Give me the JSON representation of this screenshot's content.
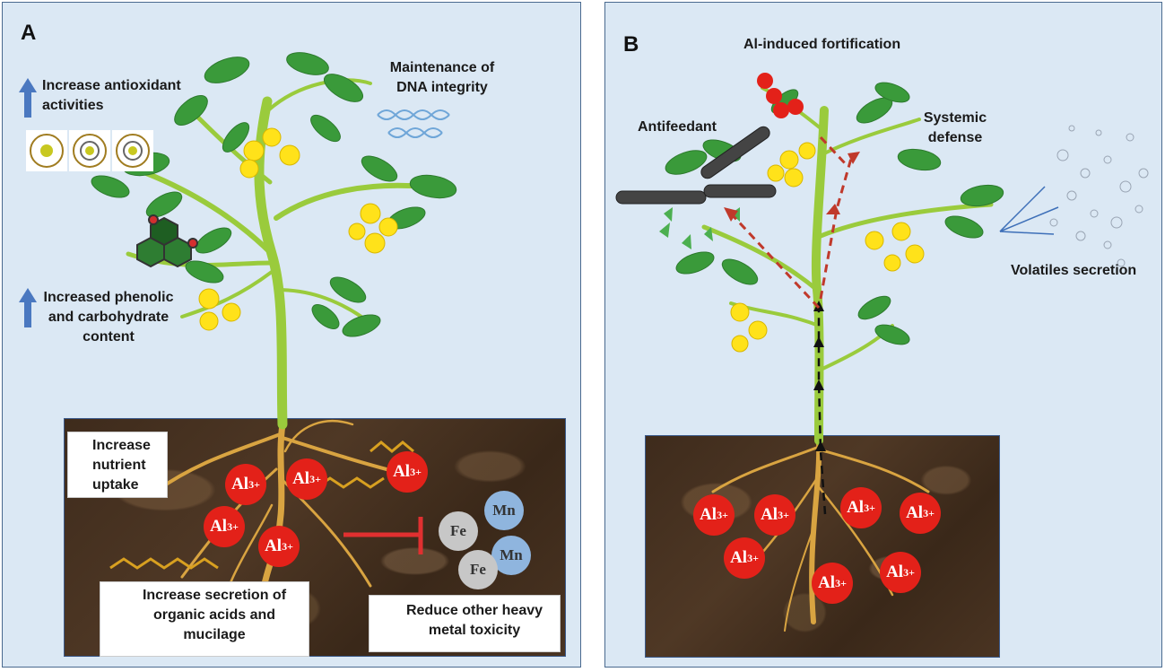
{
  "panel_a": {
    "label": "A",
    "antioxidant": "Increase antioxidant activities",
    "dna": "Maintenance of DNA integrity",
    "phenolic": "Increased phenolic and carbohydrate content",
    "nutrient": "Increase nutrient uptake",
    "secretion": "Increase secretion of organic acids and mucilage",
    "heavy_metal": "Reduce other heavy metal toxicity",
    "ion_symbol": "Al",
    "ion_charge": "3+",
    "fe": "Fe",
    "mn": "Mn"
  },
  "panel_b": {
    "label": "B",
    "fortification": "Al-induced fortification",
    "antifeedant": "Antifeedant",
    "systemic": "Systemic defense",
    "volatiles": "Volatiles secretion",
    "ion_symbol": "Al",
    "ion_charge": "3+"
  },
  "colors": {
    "panel_bg": "#dbe8f4",
    "al_ion": "#e32119",
    "fe": "#c7c7c7",
    "mn": "#8fb5de",
    "up_arrow": "#4a78c0",
    "leaf": "#3a9a3a",
    "stem": "#9acb3c",
    "flower": "#ffe21a",
    "root": "#d9a441",
    "inhibit": "#e03030",
    "transport_arrow": "#c0392b"
  }
}
